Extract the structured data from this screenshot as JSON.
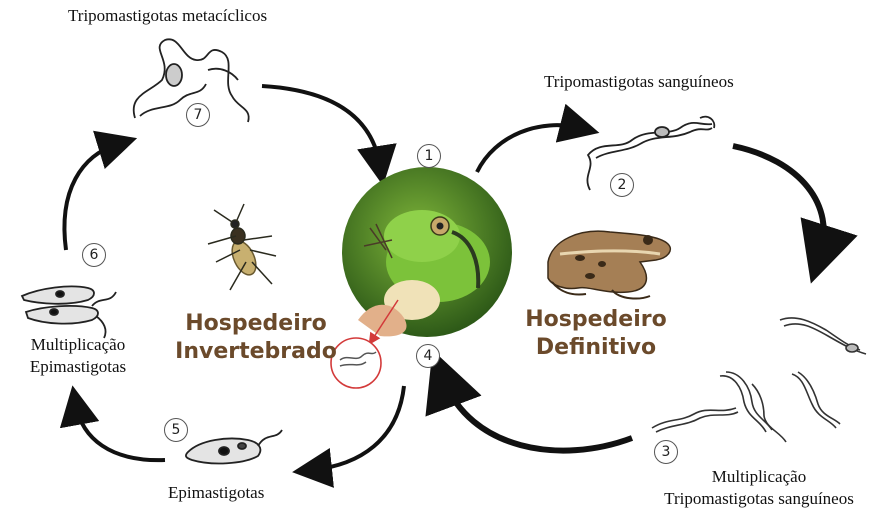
{
  "stages": {
    "s1": {
      "number": "1"
    },
    "s2": {
      "number": "2",
      "label": "Tripomastigotas sanguíneos"
    },
    "s3": {
      "number": "3",
      "label_line1": "Multiplicação",
      "label_line2": "Tripomastigotas sanguíneos"
    },
    "s4": {
      "number": "4"
    },
    "s5": {
      "number": "5",
      "label": "Epimastigotas"
    },
    "s6": {
      "number": "6",
      "label_line1": "Multiplicação",
      "label_line2": "Epimastigotas"
    },
    "s7": {
      "number": "7",
      "label": "Tripomastigotas metacíclicos"
    }
  },
  "hosts": {
    "invertebrate": {
      "line1": "Hospedeiro",
      "line2": "Invertebrado"
    },
    "definitive": {
      "line1": "Hospedeiro",
      "line2": "Definitivo"
    }
  },
  "colors": {
    "host_text": "#6b4a2b",
    "arrow": "#111111",
    "highlight_circle": "#d33a3a"
  }
}
